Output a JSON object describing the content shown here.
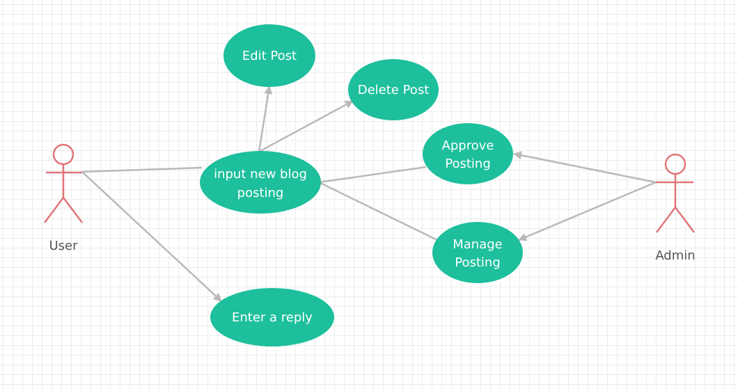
{
  "colors": {
    "use_case_fill": "#1dbf9c",
    "actor_stroke": "#e07479",
    "connector": "#b9b9b9",
    "grid": "#ececec"
  },
  "actors": [
    {
      "id": "user",
      "label": "User",
      "icon": "stick-figure-icon"
    },
    {
      "id": "admin",
      "label": "Admin",
      "icon": "stick-figure-icon"
    }
  ],
  "use_cases": [
    {
      "id": "edit_post",
      "lines": [
        "Edit Post"
      ]
    },
    {
      "id": "delete_post",
      "lines": [
        "Delete Post"
      ]
    },
    {
      "id": "input_blog",
      "lines": [
        "input new blog",
        "posting"
      ]
    },
    {
      "id": "approve",
      "lines": [
        "Approve",
        "Posting"
      ]
    },
    {
      "id": "manage",
      "lines": [
        "Manage",
        "Posting"
      ]
    },
    {
      "id": "reply",
      "lines": [
        "Enter a reply"
      ]
    }
  ],
  "connections": [
    {
      "from": "user",
      "to": "input_blog",
      "arrow": false
    },
    {
      "from": "user",
      "to": "reply",
      "arrow": true
    },
    {
      "from": "input_blog",
      "to": "edit_post",
      "arrow": true
    },
    {
      "from": "input_blog",
      "to": "delete_post",
      "arrow": true
    },
    {
      "from": "input_blog",
      "to": "approve",
      "arrow": false
    },
    {
      "from": "input_blog",
      "to": "manage",
      "arrow": false
    },
    {
      "from": "admin",
      "to": "approve",
      "arrow": true
    },
    {
      "from": "admin",
      "to": "manage",
      "arrow": true
    }
  ]
}
